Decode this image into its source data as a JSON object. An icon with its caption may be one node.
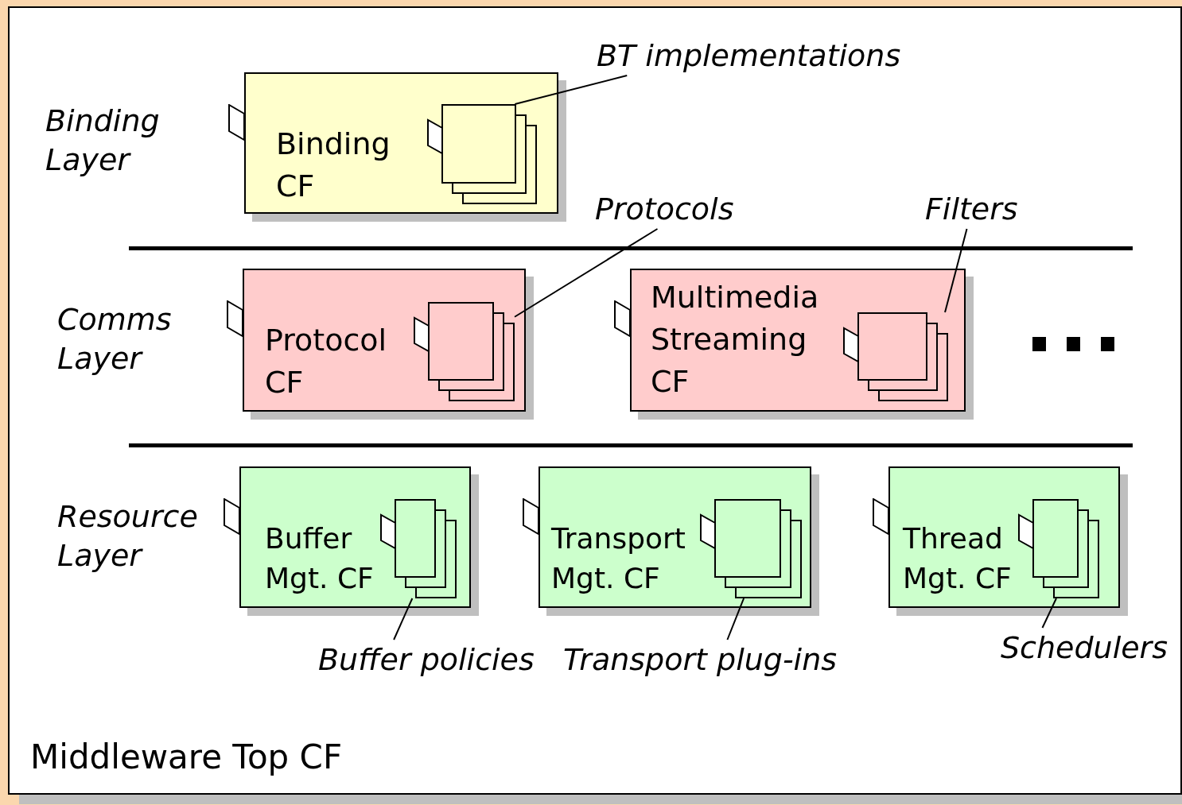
{
  "diagram": {
    "nodes": [
      {
        "text": [
          "Middleware Top CF"
        ]
      },
      {
        "text": [
          "Binding CF"
        ],
        "in": 0
      },
      {
        "text": [],
        "shape": "box",
        "in": 1
      },
      {
        "text": [
          "BT implementations"
        ],
        "in": 0
      },
      {
        "text": [
          "Protocol CF"
        ],
        "in": 0
      },
      {
        "text": [],
        "shape": "box",
        "in": 4
      },
      {
        "text": [
          "Protocols"
        ],
        "in": 0
      },
      {
        "text": [
          "Multimedia Streaming CF"
        ],
        "in": 0
      },
      {
        "text": [],
        "shape": "box",
        "in": 7
      },
      {
        "text": [
          "Filters"
        ],
        "in": 0
      },
      {
        "text": [
          "Buffer Mgt. CF"
        ],
        "in": 0
      },
      {
        "text": [],
        "shape": "box",
        "in": 10
      },
      {
        "text": [
          "Buffer policies"
        ],
        "in": 0
      },
      {
        "text": [
          "Transport Mgt. CF"
        ],
        "in": 0
      },
      {
        "text": [],
        "shape": "box",
        "in": 13
      },
      {
        "text": [
          "Transport plug-ins"
        ],
        "in": 0
      },
      {
        "text": [
          "Thread Mgt. CF"
        ],
        "in": 0
      },
      {
        "text": [],
        "shape": "box",
        "in": 16
      },
      {
        "text": [
          "Schedulers"
        ],
        "in": 0
      }
    ],
    "edges": [
      {
        "from": 3,
        "to": 2,
        "arrow": "none"
      },
      {
        "from": 6,
        "to": 5,
        "arrow": "none"
      },
      {
        "from": 9,
        "to": 8,
        "arrow": "none"
      },
      {
        "from": 12,
        "to": 11,
        "arrow": "none"
      },
      {
        "from": 15,
        "to": 14,
        "arrow": "none"
      },
      {
        "from": 18,
        "to": 17,
        "arrow": "none"
      }
    ],
    "labels": [
      "Binding Layer",
      "Comms Layer",
      "Resource Layer"
    ]
  }
}
